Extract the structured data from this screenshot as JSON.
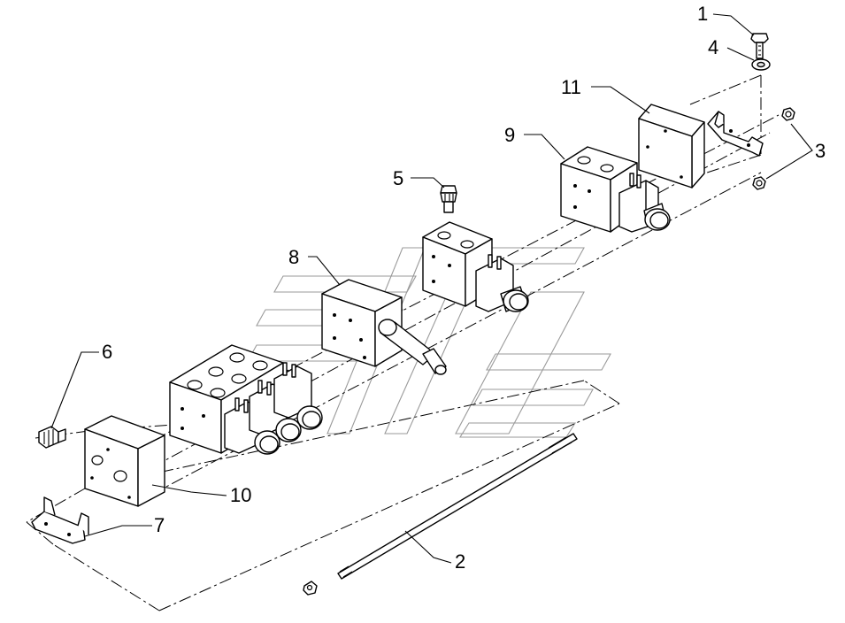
{
  "callouts": {
    "c1": "1",
    "c2": "2",
    "c3": "3",
    "c4": "4",
    "c5": "5",
    "c6": "6",
    "c7": "7",
    "c8": "8",
    "c9": "9",
    "c10": "10",
    "c11": "11"
  },
  "colors": {
    "line": "#000000",
    "watermark": "#9a9a9a",
    "background": "#ffffff"
  }
}
